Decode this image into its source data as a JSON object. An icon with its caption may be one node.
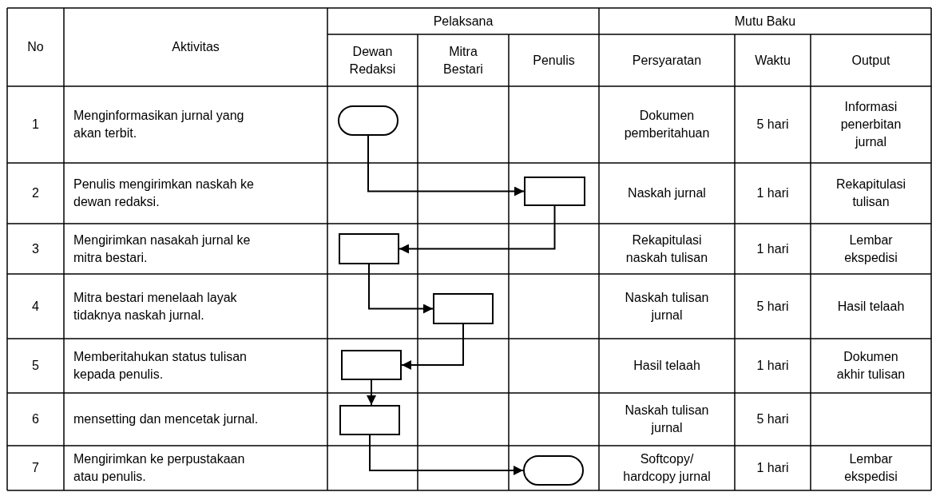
{
  "diagram": {
    "nodes": [
      {
        "text": [],
        "shape": "oval"
      },
      {
        "text": [],
        "shape": "box"
      },
      {
        "text": [],
        "shape": "box"
      },
      {
        "text": [],
        "shape": "box"
      },
      {
        "text": [],
        "shape": "box"
      },
      {
        "text": [],
        "shape": "box"
      },
      {
        "text": [],
        "shape": "oval"
      }
    ],
    "edges": [
      {
        "from": 0,
        "to": 1,
        "arrow": "to"
      },
      {
        "from": 1,
        "to": 2,
        "arrow": "to"
      },
      {
        "from": 2,
        "to": 3,
        "arrow": "to"
      },
      {
        "from": 3,
        "to": 4,
        "arrow": "to"
      },
      {
        "from": 4,
        "to": 5,
        "arrow": "to"
      },
      {
        "from": 5,
        "to": 6,
        "arrow": "to"
      }
    ],
    "labels": [
      "No",
      "Aktivitas",
      "Pelaksana",
      "Mutu Baku",
      "Dewan Redaksi",
      "Mitra Bestari",
      "Penulis",
      "Persyaratan",
      "Waktu",
      "Output",
      "1",
      "Menginformasikan jurnal yang akan terbit.",
      "Dokumen pemberitahuan",
      "5 hari",
      "Informasi penerbitan jurnal",
      "2",
      "Penulis mengirimkan naskah ke dewan redaksi.",
      "Naskah jurnal",
      "1 hari",
      "Rekapitulasi tulisan",
      "3",
      "Mengirimkan nasakah jurnal ke mitra bestari.",
      "Rekapitulasi naskah tulisan",
      "1 hari",
      "Lembar ekspedisi",
      "4",
      "Mitra bestari menelaah layak tidaknya naskah jurnal.",
      "Naskah tulisan jurnal",
      "5 hari",
      "Hasil telaah",
      "5",
      "Memberitahukan status tulisan kepada penulis.",
      "Hasil telaah",
      "1 hari",
      "Dokumen akhir tulisan",
      "6",
      "mensetting dan mencetak jurnal.",
      "Naskah tulisan jurnal",
      "5 hari",
      "7",
      "Mengirimkan ke perpustakaan atau penulis.",
      "Softcopy/ hardcopy jurnal",
      "1 hari",
      "Lembar ekspedisi"
    ]
  }
}
